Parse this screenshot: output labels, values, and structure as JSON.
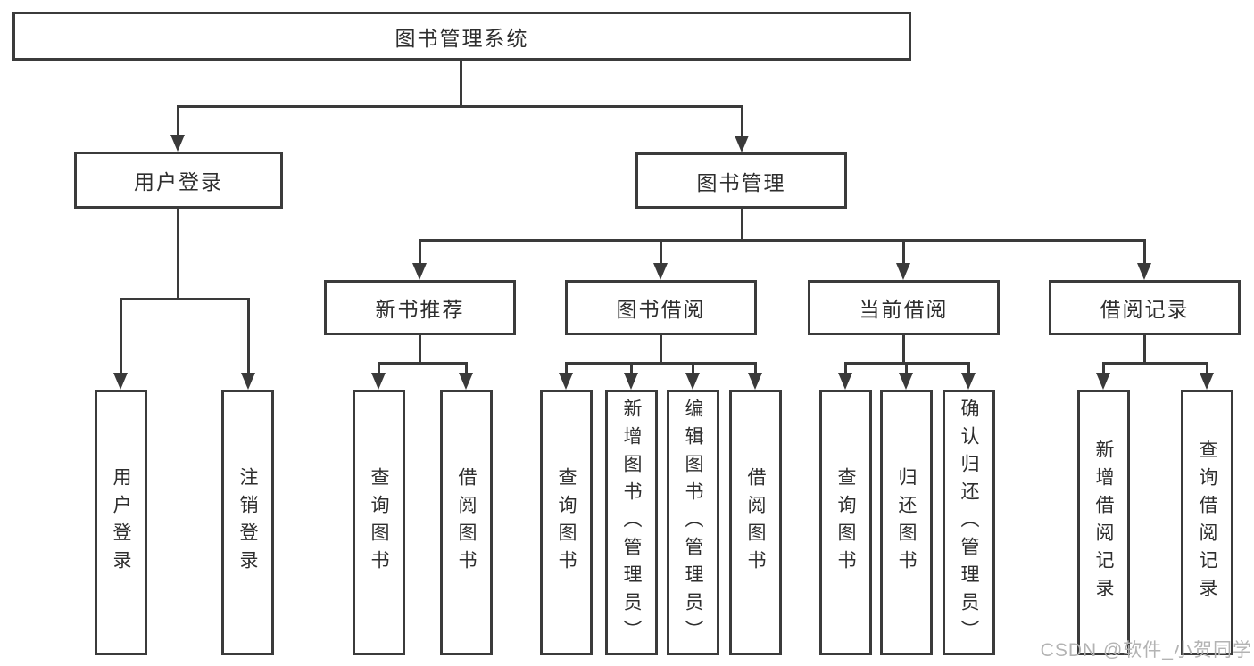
{
  "diagram": {
    "type": "hierarchy-diagram",
    "colors": {
      "background": "#ffffff",
      "line": "#3a3a3a",
      "box_border": "#3b3b3b",
      "text": "#2e2e2e",
      "watermark": "#b3b3b3"
    },
    "tree": {
      "root": {
        "label": "图书管理系统"
      },
      "branches": [
        {
          "label": "用户登录",
          "children": [
            {
              "label": "用户登录"
            },
            {
              "label": "注销登录"
            }
          ]
        },
        {
          "label": "图书管理",
          "children": [
            {
              "label": "新书推荐",
              "children": [
                {
                  "label": "查询图书"
                },
                {
                  "label": "借阅图书"
                }
              ]
            },
            {
              "label": "图书借阅",
              "children": [
                {
                  "label": "查询图书"
                },
                {
                  "label": "新增图书（管理员）"
                },
                {
                  "label": "编辑图书（管理员）"
                },
                {
                  "label": "借阅图书"
                }
              ]
            },
            {
              "label": "当前借阅",
              "children": [
                {
                  "label": "查询图书"
                },
                {
                  "label": "归还图书"
                },
                {
                  "label": "确认归还（管理员）"
                }
              ]
            },
            {
              "label": "借阅记录",
              "children": [
                {
                  "label": "新增借阅记录"
                },
                {
                  "label": "查询借阅记录"
                }
              ]
            }
          ]
        }
      ]
    },
    "watermark": {
      "text": "CSDN @软件_小贺同学"
    }
  }
}
